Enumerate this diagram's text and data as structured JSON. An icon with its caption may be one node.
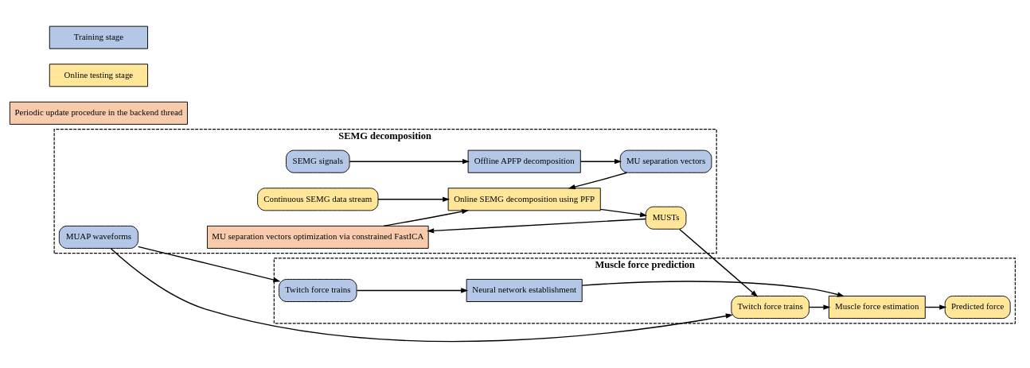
{
  "diagram": {
    "nodes": [
      {
        "text": [
          "SEMG decomposition"
        ]
      },
      {
        "text": [
          "Muscle force prediction"
        ]
      },
      {
        "text": [
          "Training stage"
        ]
      },
      {
        "text": [
          "Online testing stage"
        ]
      },
      {
        "text": [
          "Periodic update procedure in the backend thread"
        ]
      },
      {
        "text": [
          "SEMG signals"
        ],
        "in": 0
      },
      {
        "text": [
          "Offline APFP decomposition"
        ],
        "in": 0
      },
      {
        "text": [
          "MU separation vectors"
        ],
        "in": 0
      },
      {
        "text": [
          "MUAP waveforms"
        ],
        "in": 0
      },
      {
        "text": [
          "Twitch force trains"
        ],
        "in": 1
      },
      {
        "text": [
          "Neural network establishment"
        ],
        "in": 1
      },
      {
        "text": [
          "Continuous SEMG data stream"
        ],
        "in": 0
      },
      {
        "text": [
          "Online SEMG decomposition using PFP"
        ],
        "in": 0
      },
      {
        "text": [
          "MUSTs"
        ],
        "in": 0
      },
      {
        "text": [
          "Twitch force trains"
        ],
        "in": 1
      },
      {
        "text": [
          "Muscle force estimation"
        ],
        "in": 1
      },
      {
        "text": [
          "Predicted force"
        ],
        "in": 1
      },
      {
        "text": [
          "MU separation vectors optimization via constrained FastICA"
        ],
        "in": 0
      }
    ],
    "edges": [
      {
        "from": 5,
        "to": 6,
        "arrow": "to"
      },
      {
        "from": 6,
        "to": 7,
        "arrow": "to"
      },
      {
        "from": 8,
        "to": 9,
        "arrow": "to"
      },
      {
        "from": 9,
        "to": 10,
        "arrow": "to"
      },
      {
        "from": 7,
        "to": 12,
        "arrow": "to"
      },
      {
        "from": 8,
        "to": 14,
        "arrow": "to"
      },
      {
        "from": 10,
        "to": 15,
        "arrow": "to"
      },
      {
        "from": 11,
        "to": 12,
        "arrow": "to"
      },
      {
        "from": 12,
        "to": 13,
        "arrow": "to"
      },
      {
        "from": 13,
        "to": 14,
        "arrow": "to"
      },
      {
        "from": 14,
        "to": 15,
        "arrow": "to"
      },
      {
        "from": 15,
        "to": 16,
        "arrow": "to"
      },
      {
        "from": 13,
        "to": 17,
        "arrow": "to"
      },
      {
        "from": 17,
        "to": 12,
        "arrow": "to"
      }
    ]
  }
}
